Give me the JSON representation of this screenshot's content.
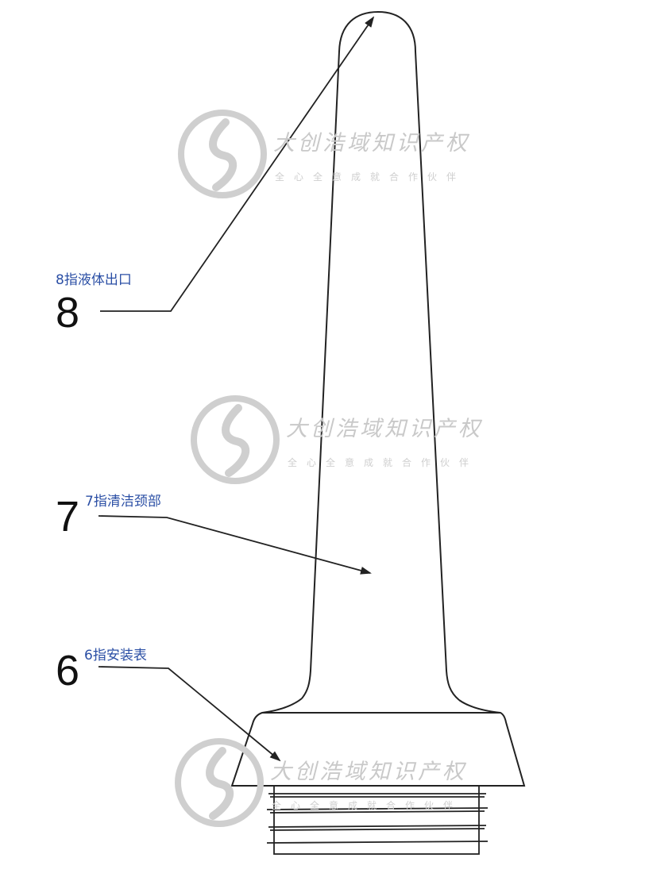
{
  "labels": [
    {
      "id": "8",
      "number": "8",
      "caption": "8指液体出口"
    },
    {
      "id": "7",
      "number": "7",
      "caption": "7指清洁颈部"
    },
    {
      "id": "6",
      "number": "6",
      "caption": "6指安装表"
    }
  ],
  "watermark": {
    "title": "大创浩域知识产权",
    "slogan": "全心全意成就合作伙伴"
  },
  "colors": {
    "line": "#222222",
    "caption": "#2b4fa5",
    "watermark": "#c9c9c9"
  }
}
